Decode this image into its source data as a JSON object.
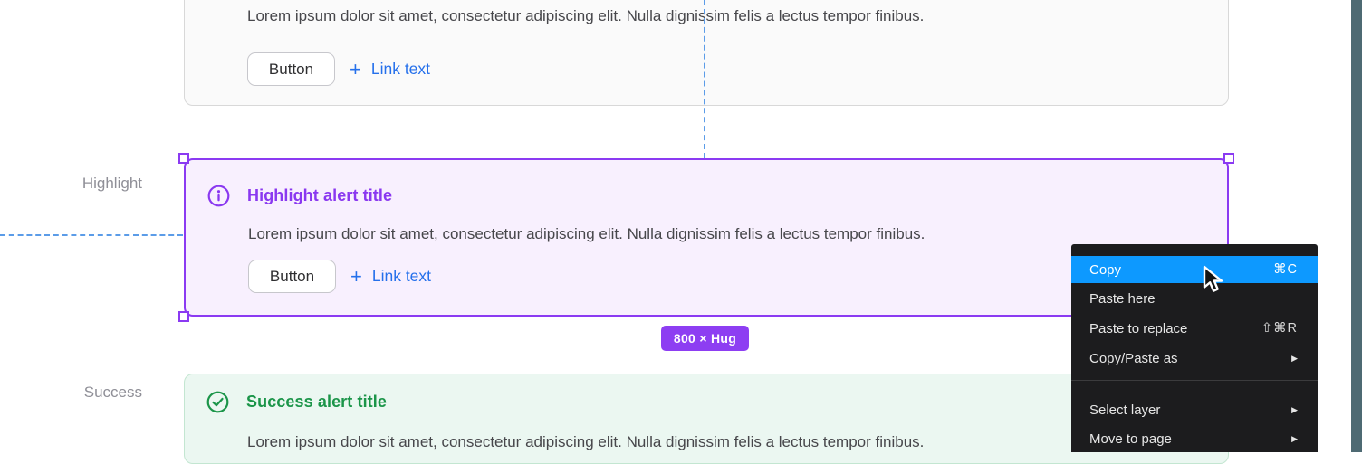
{
  "top_alert": {
    "body": "Lorem ipsum dolor sit amet, consectetur adipiscing elit. Nulla dignissim felis a lectus tempor finibus.",
    "button": "Button",
    "plus": "+",
    "link": "Link text"
  },
  "highlight_alert": {
    "label": "Highlight",
    "title": "Highlight alert title",
    "body": "Lorem ipsum dolor sit amet, consectetur adipiscing elit. Nulla dignissim felis a lectus tempor finibus.",
    "button": "Button",
    "plus": "+",
    "link": "Link text"
  },
  "success_alert": {
    "label": "Success",
    "title": "Success alert title",
    "body": "Lorem ipsum dolor sit amet, consectetur adipiscing elit. Nulla dignissim felis a lectus tempor finibus."
  },
  "selection": {
    "size_badge": "800 × Hug"
  },
  "context_menu": {
    "items": [
      {
        "label": "Copy",
        "shortcut": "⌘C"
      },
      {
        "label": "Paste here",
        "shortcut": ""
      },
      {
        "label": "Paste to replace",
        "shortcut": "⇧⌘R"
      },
      {
        "label": "Copy/Paste as",
        "submenu": "▶"
      },
      {
        "label": "Select layer",
        "submenu": "▶"
      },
      {
        "label": "Move to page",
        "submenu": "▶"
      }
    ]
  },
  "colors": {
    "highlight_accent": "#8a38f0",
    "success_accent": "#1b9549",
    "selection_purple": "#8d3ef2",
    "menu_highlight_blue": "#0d99ff",
    "link_blue": "#2570eb",
    "guide_blue": "#5b9ce8",
    "right_panel": "#4e6a73"
  }
}
